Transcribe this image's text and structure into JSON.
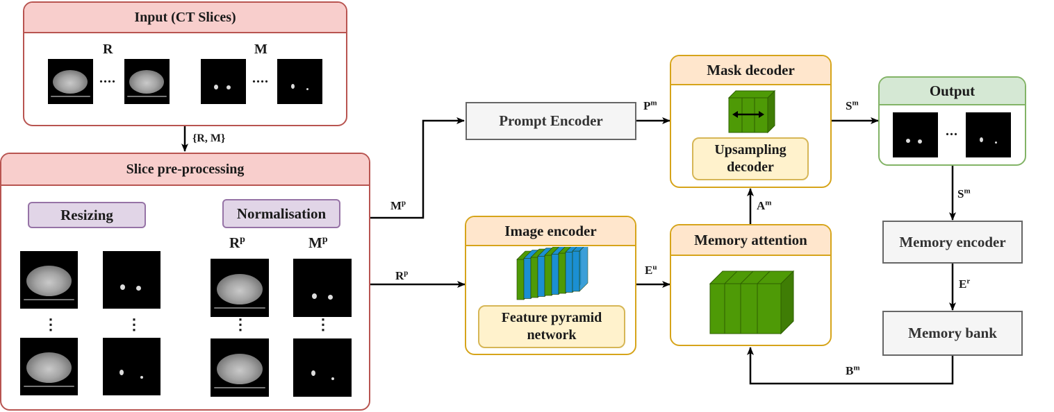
{
  "input_panel": {
    "title": "Input (CT Slices)",
    "label_r": "R",
    "label_m": "M",
    "ellipsis": "...."
  },
  "preproc_panel": {
    "title": "Slice pre-processing",
    "resizing": "Resizing",
    "normalisation": "Normalisation",
    "rp_base": "R",
    "rp_sup": "p",
    "mp_base": "M",
    "mp_sup": "p",
    "vdots": "⋮"
  },
  "sam_panel": {
    "title": "Segmentation using SAM-2",
    "prompt_encoder": "Prompt Encoder",
    "mask_decoder": "Mask decoder",
    "upsampling_decoder": "Upsampling decoder",
    "image_encoder": "Image encoder",
    "feature_pyramid": "Feature pyramid network",
    "memory_attention": "Memory attention",
    "output": "Output",
    "output_ellipsis": "...",
    "memory_encoder": "Memory encoder",
    "memory_bank": "Memory bank"
  },
  "edge_labels": {
    "rm": "{R, M}",
    "mp": {
      "base": "M",
      "sup": "p"
    },
    "rp": {
      "base": "R",
      "sup": "p"
    },
    "pm": {
      "base": "P",
      "sup": "m"
    },
    "sm1": {
      "base": "S",
      "sup": "m"
    },
    "sm2": {
      "base": "S",
      "sup": "m"
    },
    "eu": {
      "base": "E",
      "sup": "u"
    },
    "am": {
      "base": "A",
      "sup": "m"
    },
    "er": {
      "base": "E",
      "sup": "r"
    },
    "bm": {
      "base": "B",
      "sup": "m"
    }
  },
  "colors": {
    "rose_fill": "#f8cecc",
    "rose_stroke": "#b85450",
    "blue_fill": "#dae8fc",
    "blue_stroke": "#6c8ebf",
    "gold_fill": "#ffe6cc",
    "gold_stroke": "#d6a41a",
    "green_fill": "#d5e8d4",
    "green_stroke": "#82b366",
    "purple_fill": "#e1d5e7",
    "purple_stroke": "#9673a6",
    "cube_green": "#4e9a06",
    "cube_blue": "#1b8fd2"
  }
}
